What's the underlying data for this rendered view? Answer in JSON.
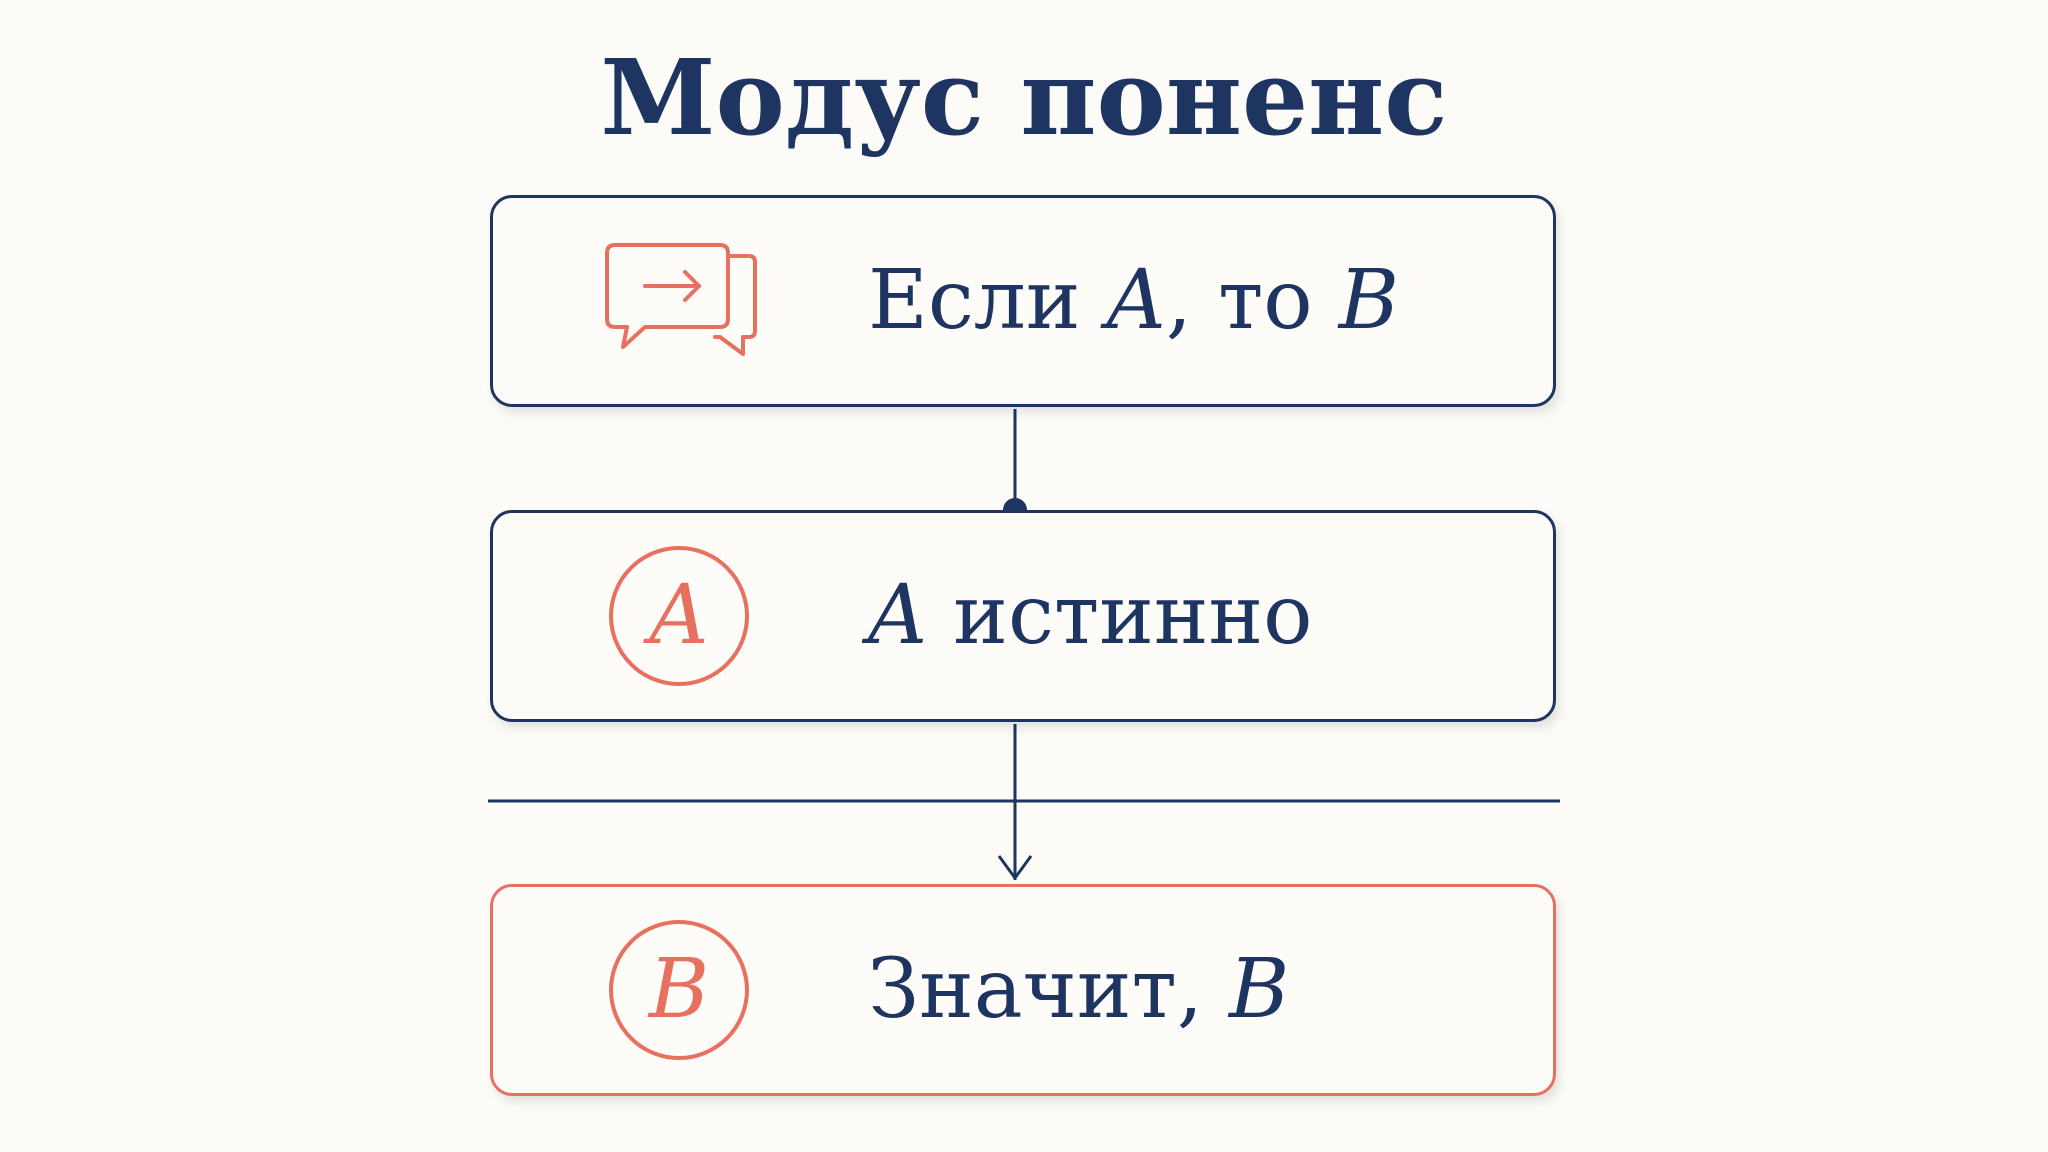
{
  "title": "Модус поненс",
  "premise_1": {
    "icon": "speech-bubbles-arrow-icon",
    "text_before": "Если ",
    "var_a": "A",
    "text_middle": ", то ",
    "var_b": "B"
  },
  "premise_2": {
    "badge": "A",
    "var_a": "A",
    "text_after": " истинно"
  },
  "conclusion": {
    "badge": "B",
    "text_before": "Значит, ",
    "var_b": "B"
  },
  "colors": {
    "navy": "#1d3560",
    "coral": "#e8705f",
    "background": "#fcfbf7"
  }
}
